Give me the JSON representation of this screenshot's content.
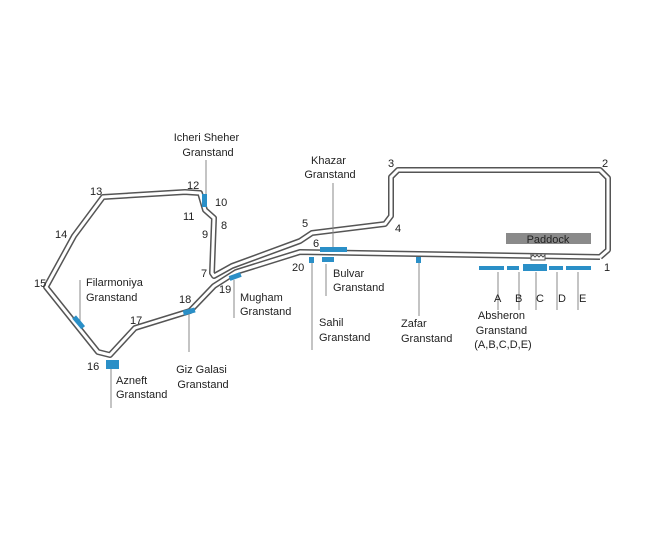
{
  "colors": {
    "track": "#555555",
    "grandstand": "#2a8fc7",
    "paddock": "#8a8a8a",
    "leader": "#888888"
  },
  "corners": [
    "1",
    "2",
    "3",
    "4",
    "5",
    "6",
    "7",
    "8",
    "9",
    "10",
    "11",
    "12",
    "13",
    "14",
    "15",
    "16",
    "17",
    "18",
    "19",
    "20"
  ],
  "paddock": "Paddock",
  "grandstands": {
    "icheri": [
      "Icheri Sheher",
      "Granstand"
    ],
    "khazar": [
      "Khazar",
      "Granstand"
    ],
    "filarmoniya": [
      "Filarmoniya",
      "Granstand"
    ],
    "azneft": [
      "Azneft",
      "Granstand"
    ],
    "giz": [
      "Giz Galasi",
      "Granstand"
    ],
    "mugham": [
      "Mugham",
      "Granstand"
    ],
    "sahil": [
      "Sahil",
      "Granstand"
    ],
    "bulvar": [
      "Bulvar",
      "Granstand"
    ],
    "zafar": [
      "Zafar",
      "Granstand"
    ],
    "absheron": [
      "Absheron",
      "Granstand",
      "(A,B,C,D,E)"
    ],
    "absheron_sections": [
      "A",
      "B",
      "C",
      "D",
      "E"
    ]
  }
}
